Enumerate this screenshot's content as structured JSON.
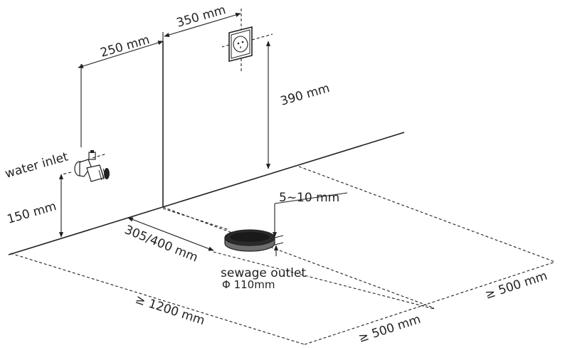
{
  "labels": {
    "water_inlet": "water inlet",
    "sewage_outlet": "sewage outlet",
    "pipe_diameter": "Φ 110mm"
  },
  "dimensions": {
    "width_250": "250 mm",
    "width_350": "350 mm",
    "height_390": "390 mm",
    "height_150": "150 mm",
    "depth_305_400": "305/400 mm",
    "gap_5_10": "5~10  mm",
    "min_1200": "≥ 1200 mm",
    "min_500_right": "≥ 500 mm",
    "min_500_front": "≥ 500 mm"
  },
  "colors": {
    "line": "#231f20",
    "outlet_top": "#2b2b2b",
    "outlet_side": "#6d6d6d"
  }
}
